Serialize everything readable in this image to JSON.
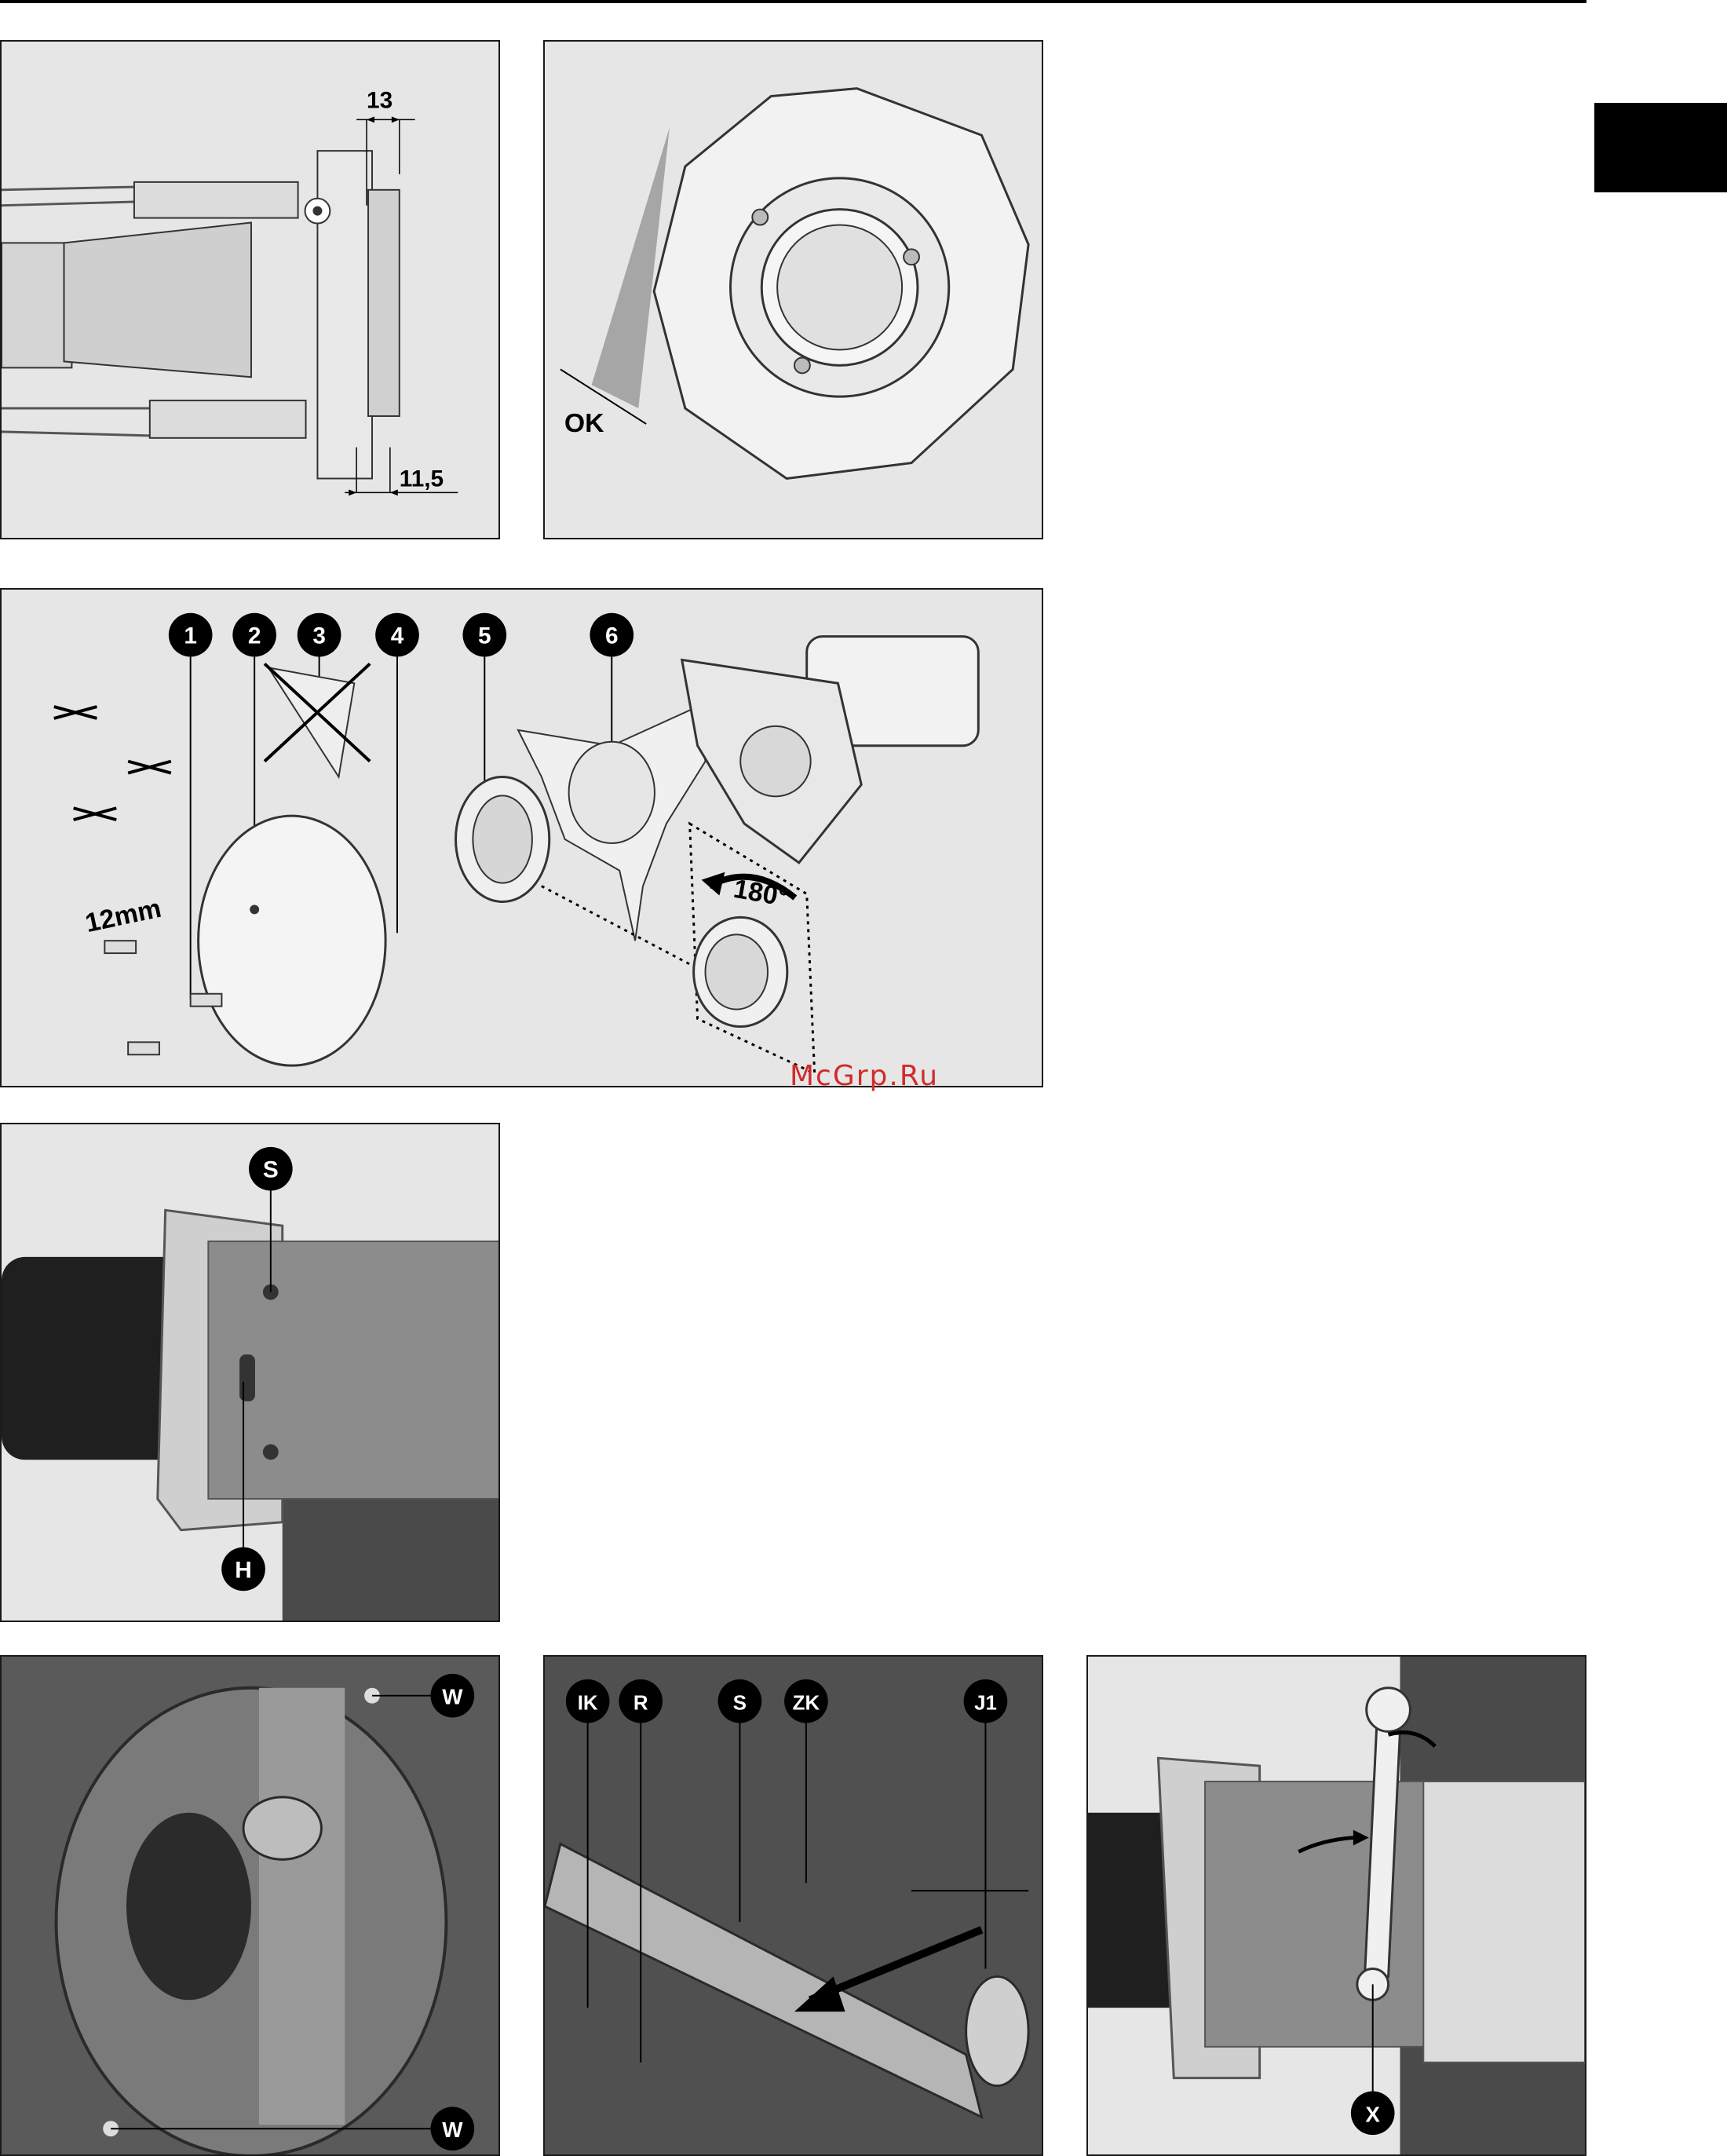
{
  "watermark": "McGrp.Ru",
  "fig_a": {
    "dim_top": "13",
    "dim_bottom": "11,5"
  },
  "fig_b": {
    "ok_label": "OK"
  },
  "fig_c": {
    "callouts": [
      "1",
      "2",
      "3",
      "4",
      "5",
      "6"
    ],
    "size_label": "12mm",
    "angle_label": "180°"
  },
  "fig_d": {
    "callout_top": "S",
    "callout_bottom": "H"
  },
  "fig_e": {
    "callout_top": "W",
    "callout_bottom": "W"
  },
  "fig_f": {
    "callouts": [
      "IK",
      "R",
      "S",
      "ZK",
      "J1"
    ]
  },
  "fig_g": {
    "callout": "X"
  },
  "colors": {
    "panel_bg": "#e6e6e6",
    "metal": "#8c8c8c",
    "dark": "#2b2b2b",
    "watermark": "#d32a2a"
  }
}
